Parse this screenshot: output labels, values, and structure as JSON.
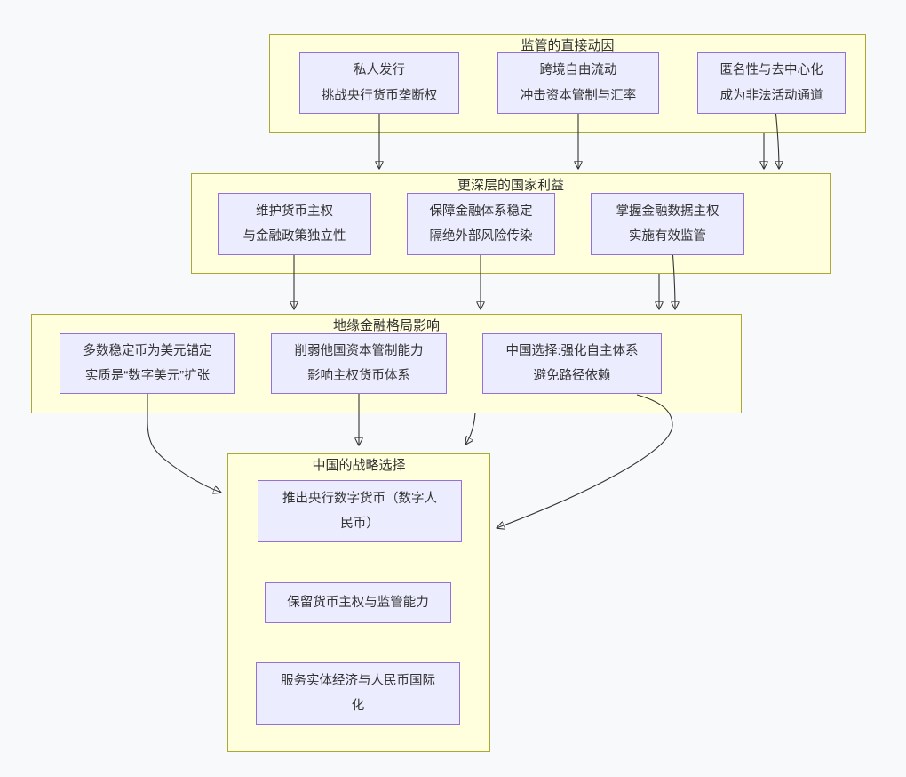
{
  "diagram": {
    "type": "flowchart",
    "direction": "top-down"
  },
  "colors": {
    "background": "#f8f9fa",
    "cluster_fill": "#ffffde",
    "cluster_border": "#aaaa33",
    "node_fill": "#ececff",
    "node_border": "#9370db",
    "edge": "#333333",
    "text": "#333333"
  },
  "clusters": [
    {
      "title": "监管的直接动因",
      "nodes": [
        {
          "lines": [
            "私人发行",
            "挑战央行货币垄断权"
          ]
        },
        {
          "lines": [
            "跨境自由流动",
            "冲击资本管制与汇率"
          ]
        },
        {
          "lines": [
            "匿名性与去中心化",
            "成为非法活动通道"
          ]
        }
      ]
    },
    {
      "title": "更深层的国家利益",
      "nodes": [
        {
          "lines": [
            "维护货币主权",
            "与金融政策独立性"
          ]
        },
        {
          "lines": [
            "保障金融体系稳定",
            "隔绝外部风险传染"
          ]
        },
        {
          "lines": [
            "掌握金融数据主权",
            "实施有效监管"
          ]
        }
      ]
    },
    {
      "title": "地缘金融格局影响",
      "nodes": [
        {
          "lines": [
            "多数稳定币为美元锚定",
            "实质是“数字美元”扩张"
          ]
        },
        {
          "lines": [
            "削弱他国资本管制能力",
            "影响主权货币体系"
          ]
        },
        {
          "lines": [
            "中国选择:强化自主体系",
            "避免路径依赖"
          ]
        }
      ]
    },
    {
      "title": "中国的战略选择",
      "nodes": [
        {
          "lines": [
            "推出央行数字货币（数字人",
            "民币）"
          ]
        },
        {
          "lines": [
            "保留货币主权与监管能力"
          ]
        },
        {
          "lines": [
            "服务实体经济与人民币国际",
            "化"
          ]
        }
      ]
    }
  ],
  "edges": [
    {
      "from": "私人发行 挑战央行货币垄断权",
      "to": "更深层的国家利益"
    },
    {
      "from": "跨境自由流动 冲击资本管制与汇率",
      "to": "更深层的国家利益"
    },
    {
      "from": "匿名性与去中心化 成为非法活动通道",
      "to": "更深层的国家利益"
    },
    {
      "from": "监管的直接动因",
      "to": "更深层的国家利益"
    },
    {
      "from": "维护货币主权 与金融政策独立性",
      "to": "地缘金融格局影响"
    },
    {
      "from": "保障金融体系稳定 隔绝外部风险传染",
      "to": "地缘金融格局影响"
    },
    {
      "from": "掌握金融数据主权 实施有效监管",
      "to": "地缘金融格局影响"
    },
    {
      "from": "更深层的国家利益",
      "to": "地缘金融格局影响"
    },
    {
      "from": "多数稳定币为美元锚定 实质是“数字美元”扩张",
      "to": "中国的战略选择"
    },
    {
      "from": "削弱他国资本管制能力 影响主权货币体系",
      "to": "中国的战略选择"
    },
    {
      "from": "地缘金融格局影响",
      "to": "中国的战略选择"
    },
    {
      "from": "中国选择:强化自主体系 避免路径依赖",
      "to": "中国的战略选择"
    }
  ]
}
